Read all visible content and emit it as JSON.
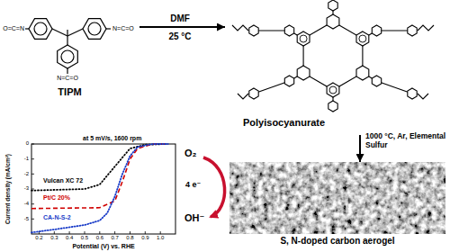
{
  "diagram": {
    "nodes": [
      {
        "text": [
          "TIPM"
        ]
      },
      {
        "text": [
          "Polyisocyanurate"
        ]
      },
      {
        "text": [
          "S, N-doped carbon aerogel"
        ]
      }
    ],
    "edges": [
      {
        "from": 0,
        "to": 1,
        "arrow": "to",
        "label": "DMF"
      },
      {
        "from": 1,
        "to": 2,
        "arrow": "to",
        "label": "1000 °C, Ar, Elemental Sulfur"
      }
    ],
    "labels": [
      "O=C=N",
      "N=C=O",
      "N=C=O",
      "25 °C",
      "O₂",
      "4 e⁻",
      "OH⁻",
      "at 5 mV/s, 1600 rpm",
      "Vulcan XC 72",
      "Pt/C 20%",
      "CA-N-S-2",
      "Current density (mA/cm²)",
      "Potential (V) vs. RHE",
      "0.2",
      "0.3",
      "0.4",
      "0.5",
      "0.6",
      "0.7",
      "0.8",
      "0.9",
      "1.0",
      "0",
      "-1",
      "-2",
      "-3",
      "-4",
      "-5"
    ]
  }
}
